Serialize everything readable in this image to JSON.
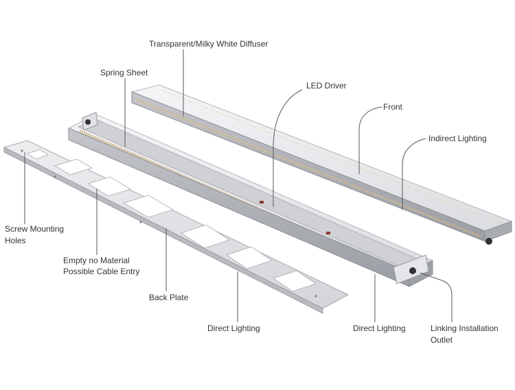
{
  "labels": {
    "diffuser": "Transparent/Milky White Diffuser",
    "spring_sheet": "Spring Sheet",
    "led_driver": "LED Driver",
    "front": "Front",
    "indirect_lighting": "Indirect Lighting",
    "screw_mounting_line1": "Screw Mounting",
    "screw_mounting_line2": "Holes",
    "empty_line1": "Empty no Material",
    "empty_line2": "Possible Cable Entry",
    "back_plate": "Back Plate",
    "direct_lighting_left": "Direct Lighting",
    "direct_lighting_right": "Direct Lighting",
    "linking_line1": "Linking Installation",
    "linking_line2": "Outlet"
  },
  "colors": {
    "text": "#333333",
    "leader": "#555555",
    "metal_light": "#e6e7ea",
    "metal_mid": "#c9cbd0",
    "metal_dark": "#8d9096",
    "led": "#d9b98a"
  }
}
